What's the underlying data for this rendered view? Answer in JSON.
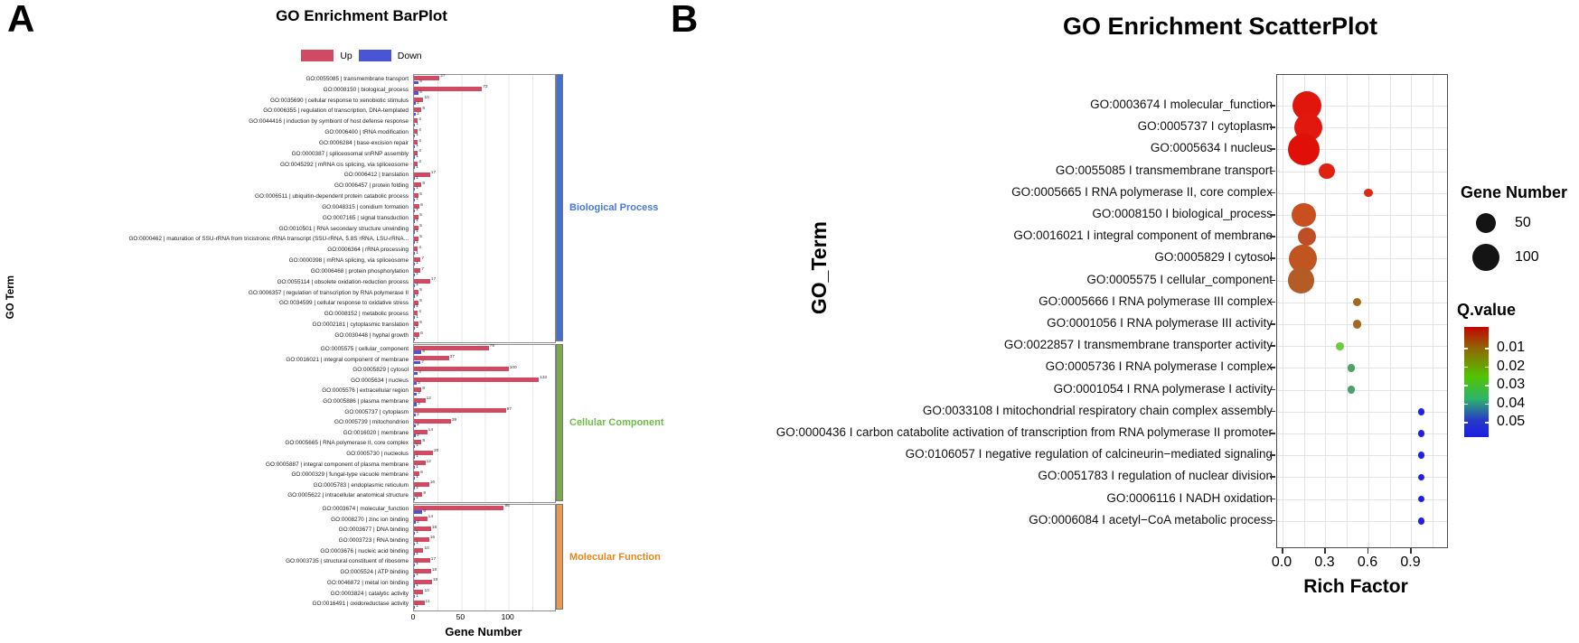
{
  "figure": {
    "panel_a_label": "A",
    "panel_b_label": "B"
  },
  "chart_data": [
    {
      "type": "bar",
      "title": "GO Enrichment BarPlot",
      "xlabel": "Gene Number",
      "ylabel": "GO Term",
      "xlim": [
        0,
        149
      ],
      "x_ticks": [
        0,
        50,
        100
      ],
      "grid": true,
      "legend_position": "top",
      "legend": [
        {
          "name": "Up",
          "color": "#CF4A62"
        },
        {
          "name": "Down",
          "color": "#4A55D6"
        }
      ],
      "facets": [
        {
          "name": "Biological Process",
          "strip_color": "#4470CE",
          "label_color": "#4679E0",
          "rows": [
            {
              "label": "GO:0055085 | transmembrane transport",
              "up": 27,
              "down": 5
            },
            {
              "label": "GO:0008150 | biological_process",
              "up": 72,
              "down": 5
            },
            {
              "label": "GO:0035690 | cellular response to xenobiotic stimulus",
              "up": 10,
              "down": 2
            },
            {
              "label": "GO:0006355 | regulation of transcription, DNA-templated",
              "up": 8,
              "down": 2
            },
            {
              "label": "GO:0044416 | induction by symbiont of host defense response",
              "up": 4,
              "down": 1
            },
            {
              "label": "GO:0006400 | tRNA modification",
              "up": 4,
              "down": 1
            },
            {
              "label": "GO:0006284 | base-excision repair",
              "up": 4,
              "down": 1
            },
            {
              "label": "GO:0000387 | spliceosomal snRNP assembly",
              "up": 4,
              "down": 1
            },
            {
              "label": "GO:0045292 | mRNA cis splicing, via spliceosome",
              "up": 4,
              "down": 1
            },
            {
              "label": "GO:0006412 | translation",
              "up": 17,
              "down": 1
            },
            {
              "label": "GO:0006457 | protein folding",
              "up": 8,
              "down": 1
            },
            {
              "label": "GO:0006511 | ubiquitin-dependent protein catabolic process",
              "up": 5,
              "down": 1
            },
            {
              "label": "GO:0048315 | conidium formation",
              "up": 6,
              "down": 1
            },
            {
              "label": "GO:0007165 | signal transduction",
              "up": 5,
              "down": 1
            },
            {
              "label": "GO:0010501 | RNA secondary structure unwinding",
              "up": 5,
              "down": 1
            },
            {
              "label": "GO:0000462 | maturation of SSU-rRNA from tricistronic rRNA transcript (SSU-rRNA, 5.8S rRNA, LSU-rRNA...",
              "up": 5,
              "down": 1
            },
            {
              "label": "GO:0006364 | rRNA processing",
              "up": 4,
              "down": 1
            },
            {
              "label": "GO:0000398 | mRNA splicing, via spliceosome",
              "up": 7,
              "down": 1
            },
            {
              "label": "GO:0006468 | protein phosphorylation",
              "up": 7,
              "down": 1
            },
            {
              "label": "GO:0055114 | obsolete oxidation-reduction process",
              "up": 17,
              "down": 1
            },
            {
              "label": "GO:0006357 | regulation of transcription by RNA polymerase II",
              "up": 5,
              "down": 1
            },
            {
              "label": "GO:0034599 | cellular response to oxidative stress",
              "up": 5,
              "down": 1
            },
            {
              "label": "GO:0008152 | metabolic process",
              "up": 4,
              "down": 1
            },
            {
              "label": "GO:0002181 | cytoplasmic translation",
              "up": 5,
              "down": 1
            },
            {
              "label": "GO:0030448 | hyphal growth",
              "up": 6,
              "down": 1
            }
          ]
        },
        {
          "name": "Cellular Component",
          "strip_color": "#7AA84E",
          "label_color": "#6CBE44",
          "rows": [
            {
              "label": "GO:0005575 | cellular_component",
              "up": 79,
              "down": 8
            },
            {
              "label": "GO:0016021 | integral component of membrane",
              "up": 37,
              "down": 7
            },
            {
              "label": "GO:0005829 | cytosol",
              "up": 100,
              "down": 4
            },
            {
              "label": "GO:0005634 | nucleus",
              "up": 132,
              "down": 3
            },
            {
              "label": "GO:0005576 | extracellular region",
              "up": 8,
              "down": 3
            },
            {
              "label": "GO:0005886 | plasma membrane",
              "up": 12,
              "down": 3
            },
            {
              "label": "GO:0005737 | cytoplasm",
              "up": 97,
              "down": 2
            },
            {
              "label": "GO:0005739 | mitochondrion",
              "up": 39,
              "down": 2
            },
            {
              "label": "GO:0016020 | membrane",
              "up": 14,
              "down": 2
            },
            {
              "label": "GO:0005665 | RNA polymerase II, core complex",
              "up": 8,
              "down": 1
            },
            {
              "label": "GO:0005730 | nucleolus",
              "up": 20,
              "down": 1
            },
            {
              "label": "GO:0005887 | integral component of plasma membrane",
              "up": 12,
              "down": 1
            },
            {
              "label": "GO:0000329 | fungal-type vacuole membrane",
              "up": 6,
              "down": 1
            },
            {
              "label": "GO:0005783 | endoplasmic reticulum",
              "up": 16,
              "down": 1
            },
            {
              "label": "GO:0005622 | intracellular anatomical structure",
              "up": 9,
              "down": 1
            }
          ]
        },
        {
          "name": "Molecular Function",
          "strip_color": "#E89A50",
          "label_color": "#E8861C",
          "rows": [
            {
              "label": "GO:0003674 | molecular_function",
              "up": 95,
              "down": 9
            },
            {
              "label": "GO:0008270 | zinc ion binding",
              "up": 14,
              "down": 2
            },
            {
              "label": "GO:0003677 | DNA binding",
              "up": 18,
              "down": 1
            },
            {
              "label": "GO:0003723 | RNA binding",
              "up": 16,
              "down": 1
            },
            {
              "label": "GO:0003676 | nucleic acid binding",
              "up": 10,
              "down": 1
            },
            {
              "label": "GO:0003735 | structural constituent of ribosome",
              "up": 17,
              "down": 1
            },
            {
              "label": "GO:0005524 | ATP binding",
              "up": 18,
              "down": 1
            },
            {
              "label": "GO:0046872 | metal ion binding",
              "up": 19,
              "down": 1
            },
            {
              "label": "GO:0003824 | catalytic activity",
              "up": 10,
              "down": 1
            },
            {
              "label": "GO:0016491 | oxidoreductase activity",
              "up": 11,
              "down": 1
            }
          ]
        }
      ]
    },
    {
      "type": "scatter",
      "title": "GO Enrichment ScatterPlot",
      "xlabel": "Rich Factor",
      "ylabel": "GO_Term",
      "xlim": [
        0,
        1.15
      ],
      "x_ticks": [
        "0.0",
        "0.3",
        "0.6",
        "0.9"
      ],
      "grid": true,
      "size_legend": {
        "title": "Gene Number",
        "entries": [
          {
            "label": "50",
            "value": 50
          },
          {
            "label": "100",
            "value": 100
          }
        ]
      },
      "color_legend": {
        "title": "Q.value",
        "ticks": [
          "0.01",
          "0.02",
          "0.03",
          "0.04",
          "0.05"
        ],
        "gradient": [
          "#c10500",
          "#8f6a00",
          "#52c400",
          "#2eb56a",
          "#2738c9",
          "#1b1fe0"
        ]
      },
      "points": [
        {
          "label": "GO:0003674 I molecular_function",
          "rich_factor": 0.17,
          "gene_number": 110,
          "q_value": 0.005,
          "color": "#E0150B"
        },
        {
          "label": "GO:0005737 I cytoplasm",
          "rich_factor": 0.18,
          "gene_number": 99,
          "q_value": 0.005,
          "color": "#E0180E"
        },
        {
          "label": "GO:0005634 I nucleus",
          "rich_factor": 0.15,
          "gene_number": 135,
          "q_value": 0.004,
          "color": "#E01008"
        },
        {
          "label": "GO:0055085 I transmembrane transport",
          "rich_factor": 0.31,
          "gene_number": 32,
          "q_value": 0.005,
          "color": "#E02212"
        },
        {
          "label": "GO:0005665 I RNA polymerase II, core complex",
          "rich_factor": 0.6,
          "gene_number": 9,
          "q_value": 0.006,
          "color": "#E02A16"
        },
        {
          "label": "GO:0008150 I biological_process",
          "rich_factor": 0.15,
          "gene_number": 77,
          "q_value": 0.008,
          "color": "#C8501E"
        },
        {
          "label": "GO:0016021 I integral component of membrane",
          "rich_factor": 0.17,
          "gene_number": 44,
          "q_value": 0.008,
          "color": "#BE4E26"
        },
        {
          "label": "GO:0005829 I cytosol",
          "rich_factor": 0.14,
          "gene_number": 104,
          "q_value": 0.008,
          "color": "#C05522"
        },
        {
          "label": "GO:0005575 I cellular_component",
          "rich_factor": 0.13,
          "gene_number": 87,
          "q_value": 0.009,
          "color": "#B45B26"
        },
        {
          "label": "GO:0005666 I RNA polymerase III complex",
          "rich_factor": 0.52,
          "gene_number": 9,
          "q_value": 0.012,
          "color": "#A8671E"
        },
        {
          "label": "GO:0001056 I RNA polymerase III activity",
          "rich_factor": 0.52,
          "gene_number": 9,
          "q_value": 0.012,
          "color": "#A8671E"
        },
        {
          "label": "GO:0022857 I transmembrane transporter activity",
          "rich_factor": 0.4,
          "gene_number": 8,
          "q_value": 0.028,
          "color": "#70CC3C"
        },
        {
          "label": "GO:0005736 I RNA polymerase I complex",
          "rich_factor": 0.48,
          "gene_number": 8,
          "q_value": 0.04,
          "color": "#4FA06E"
        },
        {
          "label": "GO:0001054 I RNA polymerase I activity",
          "rich_factor": 0.48,
          "gene_number": 8,
          "q_value": 0.04,
          "color": "#4FA06E"
        },
        {
          "label": "GO:0033108 I mitochondrial respiratory chain complex assembly",
          "rich_factor": 0.97,
          "gene_number": 6,
          "q_value": 0.05,
          "color": "#2222DE"
        },
        {
          "label": "GO:0000436 I carbon catabolite activation of transcription from RNA polymerase II promoter",
          "rich_factor": 0.97,
          "gene_number": 6,
          "q_value": 0.05,
          "color": "#2222DE"
        },
        {
          "label": "GO:0106057 I negative regulation of calcineurin−mediated signaling",
          "rich_factor": 0.97,
          "gene_number": 6,
          "q_value": 0.05,
          "color": "#2222DE"
        },
        {
          "label": "GO:0051783 I regulation of nuclear division",
          "rich_factor": 0.97,
          "gene_number": 6,
          "q_value": 0.05,
          "color": "#2222DE"
        },
        {
          "label": "GO:0006116 I NADH oxidation",
          "rich_factor": 0.97,
          "gene_number": 6,
          "q_value": 0.05,
          "color": "#2222DE"
        },
        {
          "label": "GO:0006084 I acetyl−CoA metabolic process",
          "rich_factor": 0.97,
          "gene_number": 6,
          "q_value": 0.05,
          "color": "#2222DE"
        }
      ]
    }
  ]
}
